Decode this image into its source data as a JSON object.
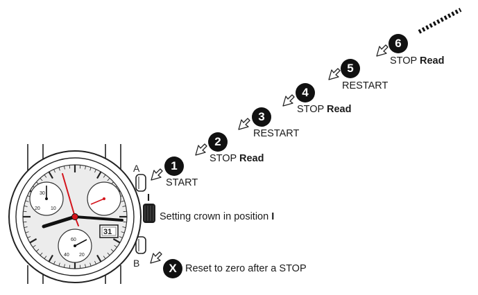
{
  "buttons": {
    "a_label": "A",
    "b_label": "B"
  },
  "crown": {
    "position_mark": "I",
    "text": "Setting crown in position",
    "position_value": "I"
  },
  "steps": [
    {
      "number": "1",
      "action": "START",
      "detail": ""
    },
    {
      "number": "2",
      "action": "STOP",
      "detail": "Read"
    },
    {
      "number": "3",
      "action": "RESTART",
      "detail": ""
    },
    {
      "number": "4",
      "action": "STOP",
      "detail": "Read"
    },
    {
      "number": "5",
      "action": "RESTART",
      "detail": ""
    },
    {
      "number": "6",
      "action": "STOP",
      "detail": "Read"
    }
  ],
  "reset": {
    "symbol": "X",
    "text": "Reset to zero after a STOP"
  },
  "watch": {
    "date_window": "31",
    "left_subdial_labels": [
      "30",
      "20",
      "10"
    ],
    "bottom_subdial_labels": [
      "60",
      "40",
      "20"
    ]
  },
  "colors": {
    "hand_red": "#d4141c",
    "ink": "#111111",
    "dial": "#ececec"
  }
}
